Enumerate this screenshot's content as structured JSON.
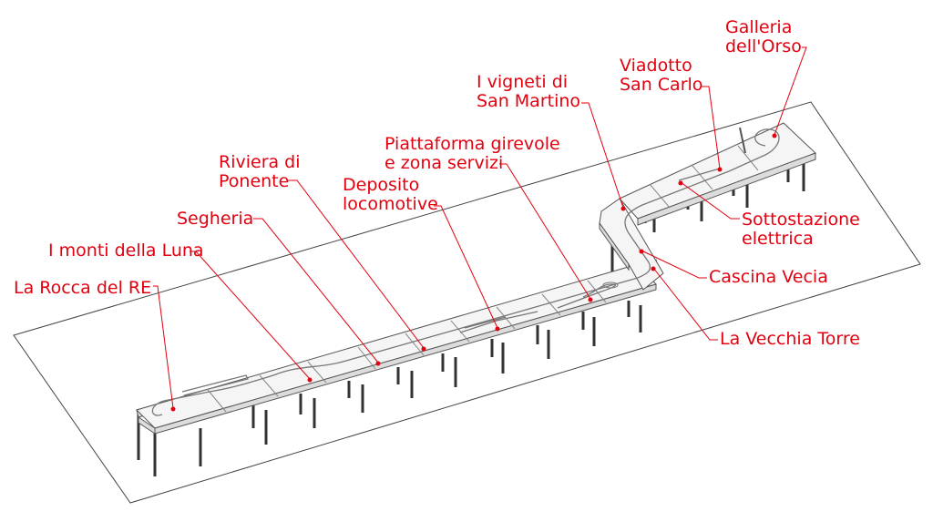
{
  "labels": {
    "rocca": [
      "La Rocca del RE"
    ],
    "monti": [
      "I monti della Luna"
    ],
    "segheria": [
      "Segheria"
    ],
    "riviera": [
      "Riviera di",
      "Ponente"
    ],
    "deposito": [
      "Deposito",
      "locomotive"
    ],
    "piattaforma": [
      "Piattaforma girevole",
      "e zona servizi"
    ],
    "vigneti": [
      "I vigneti di",
      "San Martino"
    ],
    "viadotto": [
      "Viadotto",
      "San Carlo"
    ],
    "galleria": [
      "Galleria",
      "dell'Orso"
    ],
    "sottostazione": [
      "Sottostazione",
      "elettrica"
    ],
    "cascina": [
      "Cascina Vecia"
    ],
    "torre": [
      "La Vecchia Torre"
    ]
  },
  "colors": {
    "label": "#e3000f",
    "structure": "#555555"
  }
}
